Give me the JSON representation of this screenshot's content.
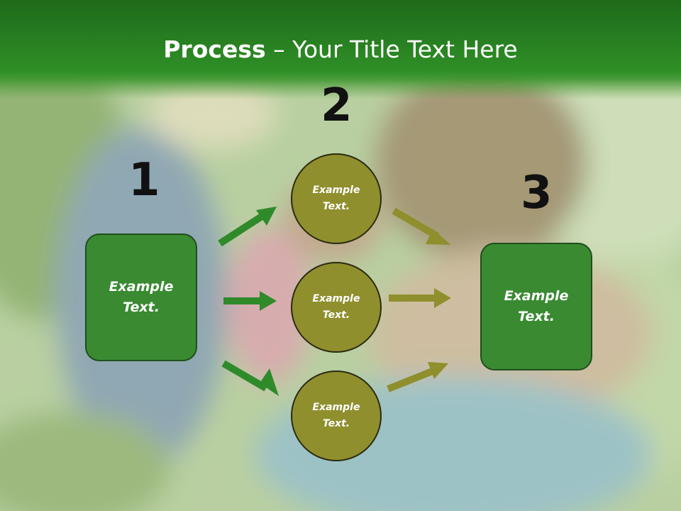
{
  "title": {
    "bold": "Process",
    "rest": " – Your Title Text Here"
  },
  "steps": [
    {
      "number": "1",
      "label": "Example\nText."
    },
    {
      "number": "2",
      "labels": [
        "Example\nText.",
        "Example\nText.",
        "Example\nText."
      ]
    },
    {
      "number": "3",
      "label": "Example\nText."
    }
  ],
  "colors": {
    "header_green": "#2e8b24",
    "box_green": "#3a8a32",
    "circle_olive": "#8f8f2e",
    "arrow_green": "#2f8a2a",
    "arrow_olive": "#8f8f2e"
  }
}
